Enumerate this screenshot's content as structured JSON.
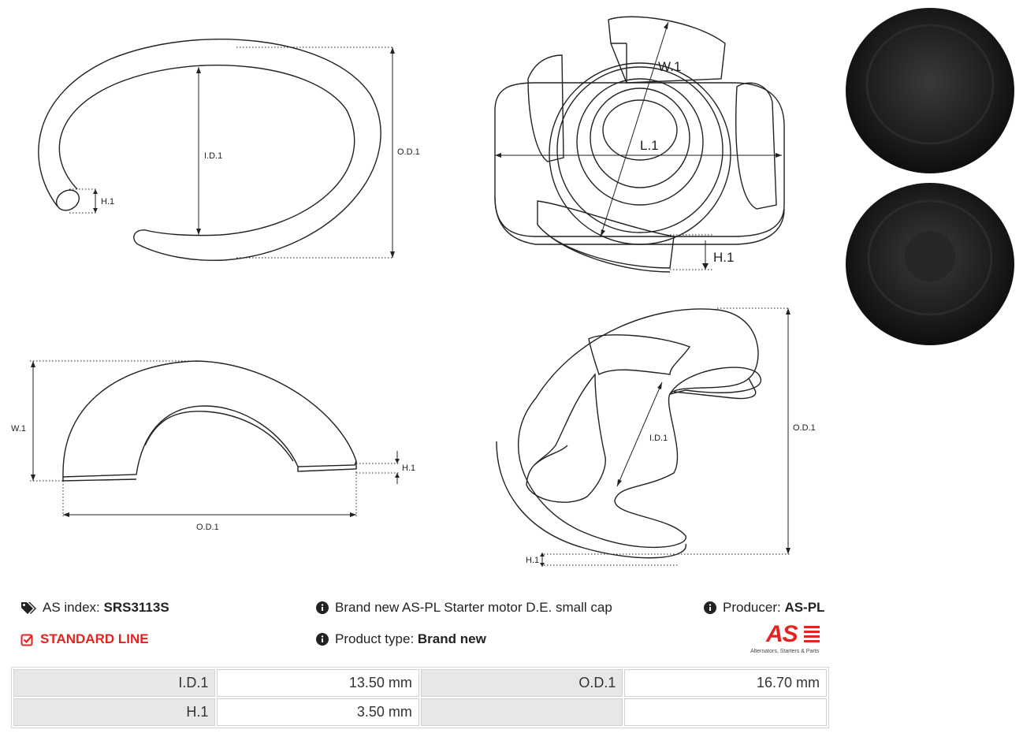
{
  "drawing_labels": {
    "id1": "I.D.1",
    "od1": "O.D.1",
    "h1": "H.1",
    "w1": "W.1",
    "l1": "L.1"
  },
  "info": {
    "as_index_label": "AS index:",
    "as_index_value": "SRS3113S",
    "standard_line": "STANDARD LINE",
    "description": "Brand new AS-PL Starter motor D.E. small cap",
    "product_type_label": "Product type:",
    "product_type_value": "Brand new",
    "producer_label": "Producer:",
    "producer_value": "AS-PL"
  },
  "logo": {
    "text": "AS",
    "tagline": "Alternators, Starters & Parts",
    "color": "#e52420"
  },
  "specs": [
    {
      "label": "I.D.1",
      "value": "13.50 mm",
      "label2": "O.D.1",
      "value2": "16.70 mm"
    },
    {
      "label": "H.1",
      "value": "3.50 mm",
      "label2": "",
      "value2": ""
    }
  ]
}
